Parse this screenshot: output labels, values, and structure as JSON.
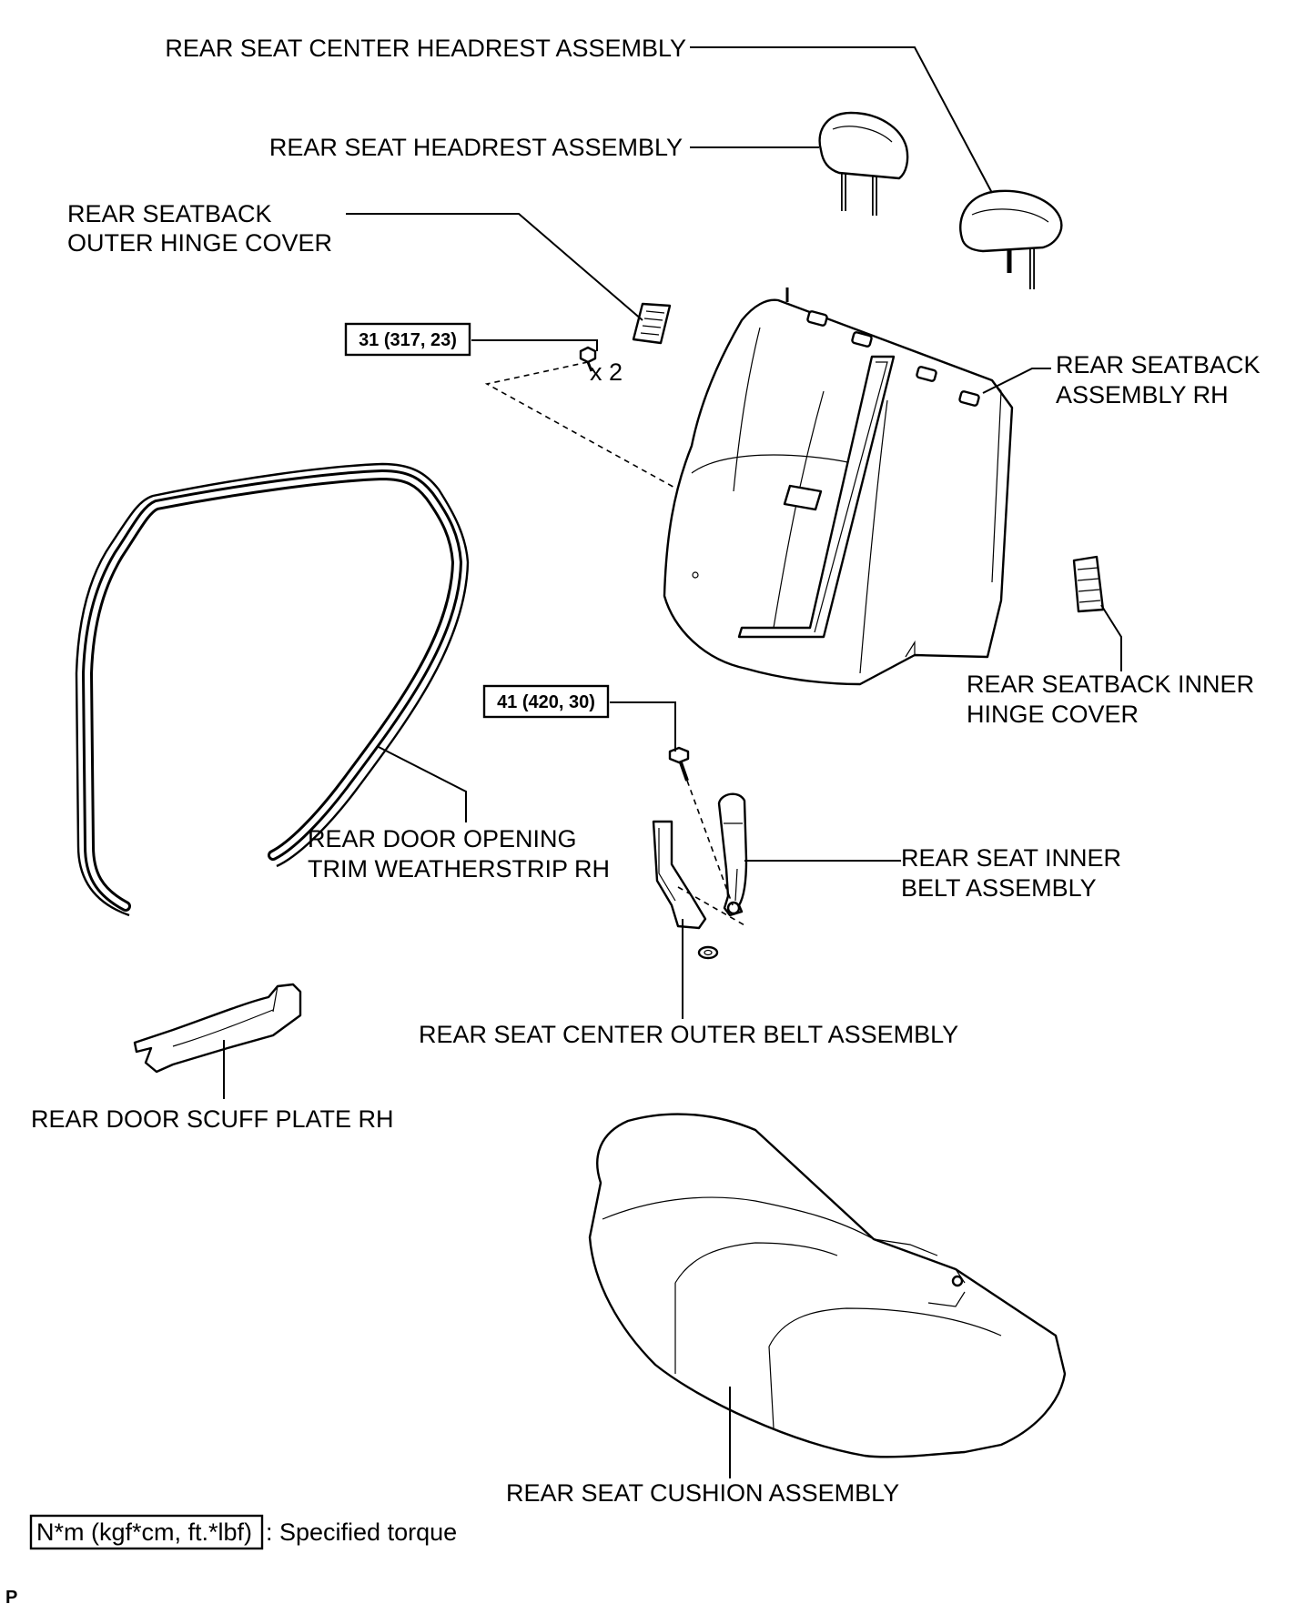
{
  "labels": {
    "center_headrest": "REAR SEAT CENTER HEADREST ASSEMBLY",
    "headrest": "REAR SEAT HEADREST ASSEMBLY",
    "outer_hinge_cover_1": "REAR SEATBACK",
    "outer_hinge_cover_2": "OUTER HINGE COVER",
    "seatback_1": "REAR SEATBACK",
    "seatback_2": "ASSEMBLY RH",
    "inner_hinge_cover_1": "REAR SEATBACK INNER",
    "inner_hinge_cover_2": "HINGE COVER",
    "weatherstrip_1": "REAR DOOR OPENING",
    "weatherstrip_2": "TRIM WEATHERSTRIP RH",
    "inner_belt_1": "REAR SEAT INNER",
    "inner_belt_2": "BELT ASSEMBLY",
    "center_outer_belt": "REAR SEAT CENTER OUTER BELT ASSEMBLY",
    "scuff_plate": "REAR DOOR SCUFF PLATE RH",
    "cushion": "REAR SEAT CUSHION ASSEMBLY"
  },
  "torques": {
    "seatback_bolt": "31 (317, 23)",
    "belt_bolt": "41 (420, 30)"
  },
  "quantity": "x 2",
  "legend": {
    "unit": "N*m (kgf*cm, ft.*lbf)",
    "text": ": Specified torque"
  },
  "corner_mark": "P"
}
